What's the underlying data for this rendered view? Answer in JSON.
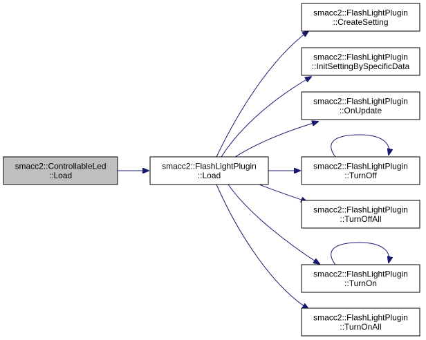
{
  "colors": {
    "edge": "#191970",
    "node_fill": "#ffffff",
    "focus_fill": "#bfbfbf",
    "node_stroke": "#000000"
  },
  "nodes": [
    {
      "id": "n_led_load",
      "lines": [
        "smacc2::ControllableLed",
        "::Load"
      ],
      "focus": true
    },
    {
      "id": "n_flp_load",
      "lines": [
        "smacc2::FlashLightPlugin",
        "::Load"
      ]
    },
    {
      "id": "n_create_setting",
      "lines": [
        "smacc2::FlashLightPlugin",
        "::CreateSetting"
      ]
    },
    {
      "id": "n_init_setting",
      "lines": [
        "smacc2::FlashLightPlugin",
        "::InitSettingBySpecificData"
      ]
    },
    {
      "id": "n_on_update",
      "lines": [
        "smacc2::FlashLightPlugin",
        "::OnUpdate"
      ]
    },
    {
      "id": "n_turn_off",
      "lines": [
        "smacc2::FlashLightPlugin",
        "::TurnOff"
      ]
    },
    {
      "id": "n_turn_off_all",
      "lines": [
        "smacc2::FlashLightPlugin",
        "::TurnOffAll"
      ]
    },
    {
      "id": "n_turn_on",
      "lines": [
        "smacc2::FlashLightPlugin",
        "::TurnOn"
      ]
    },
    {
      "id": "n_turn_on_all",
      "lines": [
        "smacc2::FlashLightPlugin",
        "::TurnOnAll"
      ]
    }
  ],
  "edges": [
    {
      "from": "n_led_load",
      "to": "n_flp_load"
    },
    {
      "from": "n_flp_load",
      "to": "n_create_setting"
    },
    {
      "from": "n_flp_load",
      "to": "n_init_setting"
    },
    {
      "from": "n_flp_load",
      "to": "n_on_update"
    },
    {
      "from": "n_flp_load",
      "to": "n_turn_off"
    },
    {
      "from": "n_flp_load",
      "to": "n_turn_off_all"
    },
    {
      "from": "n_flp_load",
      "to": "n_turn_on"
    },
    {
      "from": "n_flp_load",
      "to": "n_turn_on_all"
    },
    {
      "from": "n_turn_off",
      "to": "n_turn_off"
    },
    {
      "from": "n_turn_on",
      "to": "n_turn_on"
    }
  ]
}
